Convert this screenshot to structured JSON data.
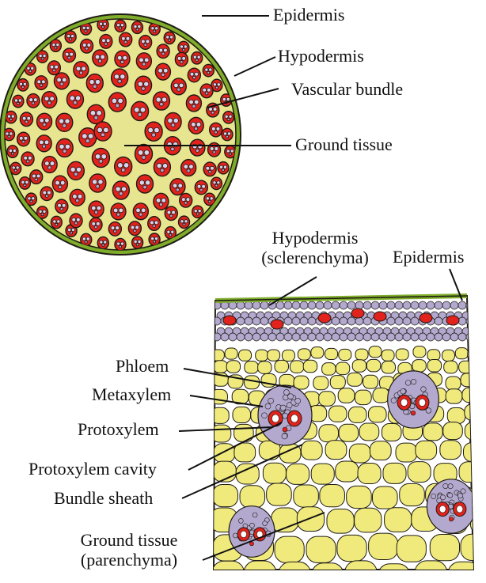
{
  "colors": {
    "ground": "#e7e58f",
    "parenchyma": "#f0ea7d",
    "bundle": "#e2221c",
    "xylem_lumen": "#d9d3ec",
    "sheath": "#b3a9cf",
    "cell_wall": "#1e1a14",
    "epidermis": "#7fad2b",
    "surface": "#ffffff"
  },
  "icons": [
    "stem-cross-section-drawing",
    "stem-sector-enlarged-drawing"
  ],
  "labels": {
    "top": {
      "epidermis": "Epidermis",
      "hypodermis": "Hypodermis",
      "vascular_bundle": "Vascular bundle",
      "ground_tissue": "Ground tissue"
    },
    "bottom": {
      "hypodermis_line1": "Hypodermis",
      "hypodermis_line2": "(sclerenchyma)",
      "epidermis": "Epidermis",
      "phloem": "Phloem",
      "metaxylem": "Metaxylem",
      "protoxylem": "Protoxylem",
      "protoxylem_cavity": "Protoxylem cavity",
      "bundle_sheath": "Bundle sheath",
      "ground_tissue_line1": "Ground tissue",
      "ground_tissue_line2": "(parenchyma)"
    }
  }
}
